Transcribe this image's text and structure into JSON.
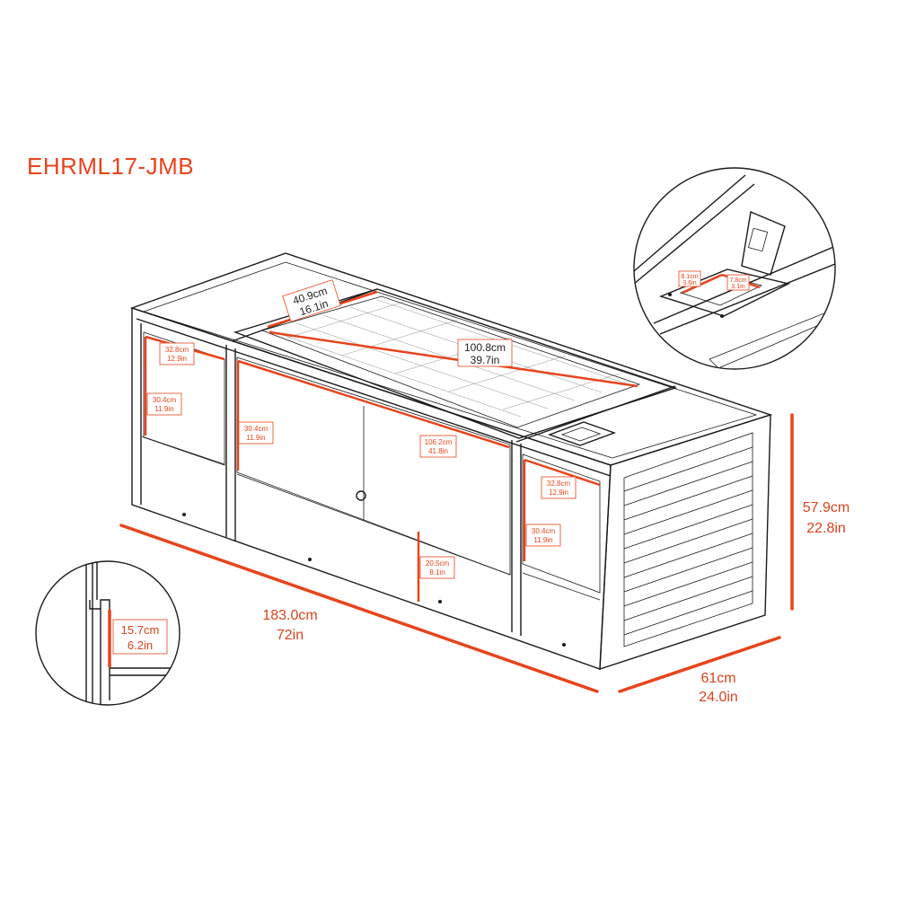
{
  "model": "EHRML17-JMB",
  "dimensions": {
    "length": {
      "metric": "183.0cm",
      "imperial": "72in"
    },
    "depth": {
      "metric": "61cm",
      "imperial": "24.0in"
    },
    "height": {
      "metric": "57.9cm",
      "imperial": "22.8in"
    },
    "burner_width": {
      "metric": "40.9cm",
      "imperial": "16.1in"
    },
    "burner_length": {
      "metric": "100.8cm",
      "imperial": "39.7in"
    },
    "left_door_width": {
      "metric": "32.8cm",
      "imperial": "12.9in"
    },
    "left_door_height": {
      "metric": "30.4cm",
      "imperial": "11.9in"
    },
    "center_door_height": {
      "metric": "30.4cm",
      "imperial": "11.9in"
    },
    "center_door_width": {
      "metric": "106.2cm",
      "imperial": "41.8in"
    },
    "right_door_width": {
      "metric": "32.8cm",
      "imperial": "12.9in"
    },
    "right_door_height": {
      "metric": "30.4cm",
      "imperial": "11.9in"
    },
    "center_base_height": {
      "metric": "20.5cm",
      "imperial": "8.1in"
    },
    "ledge_height": {
      "metric": "15.7cm",
      "imperial": "6.2in"
    },
    "ignition_box_width": {
      "metric": "8.1cm",
      "imperial": "3.6in"
    },
    "ignition_box_length": {
      "metric": "7.8cm",
      "imperial": "3.1in"
    }
  },
  "colors": {
    "accent": "#e8441c",
    "line": "#1a1a1a"
  }
}
